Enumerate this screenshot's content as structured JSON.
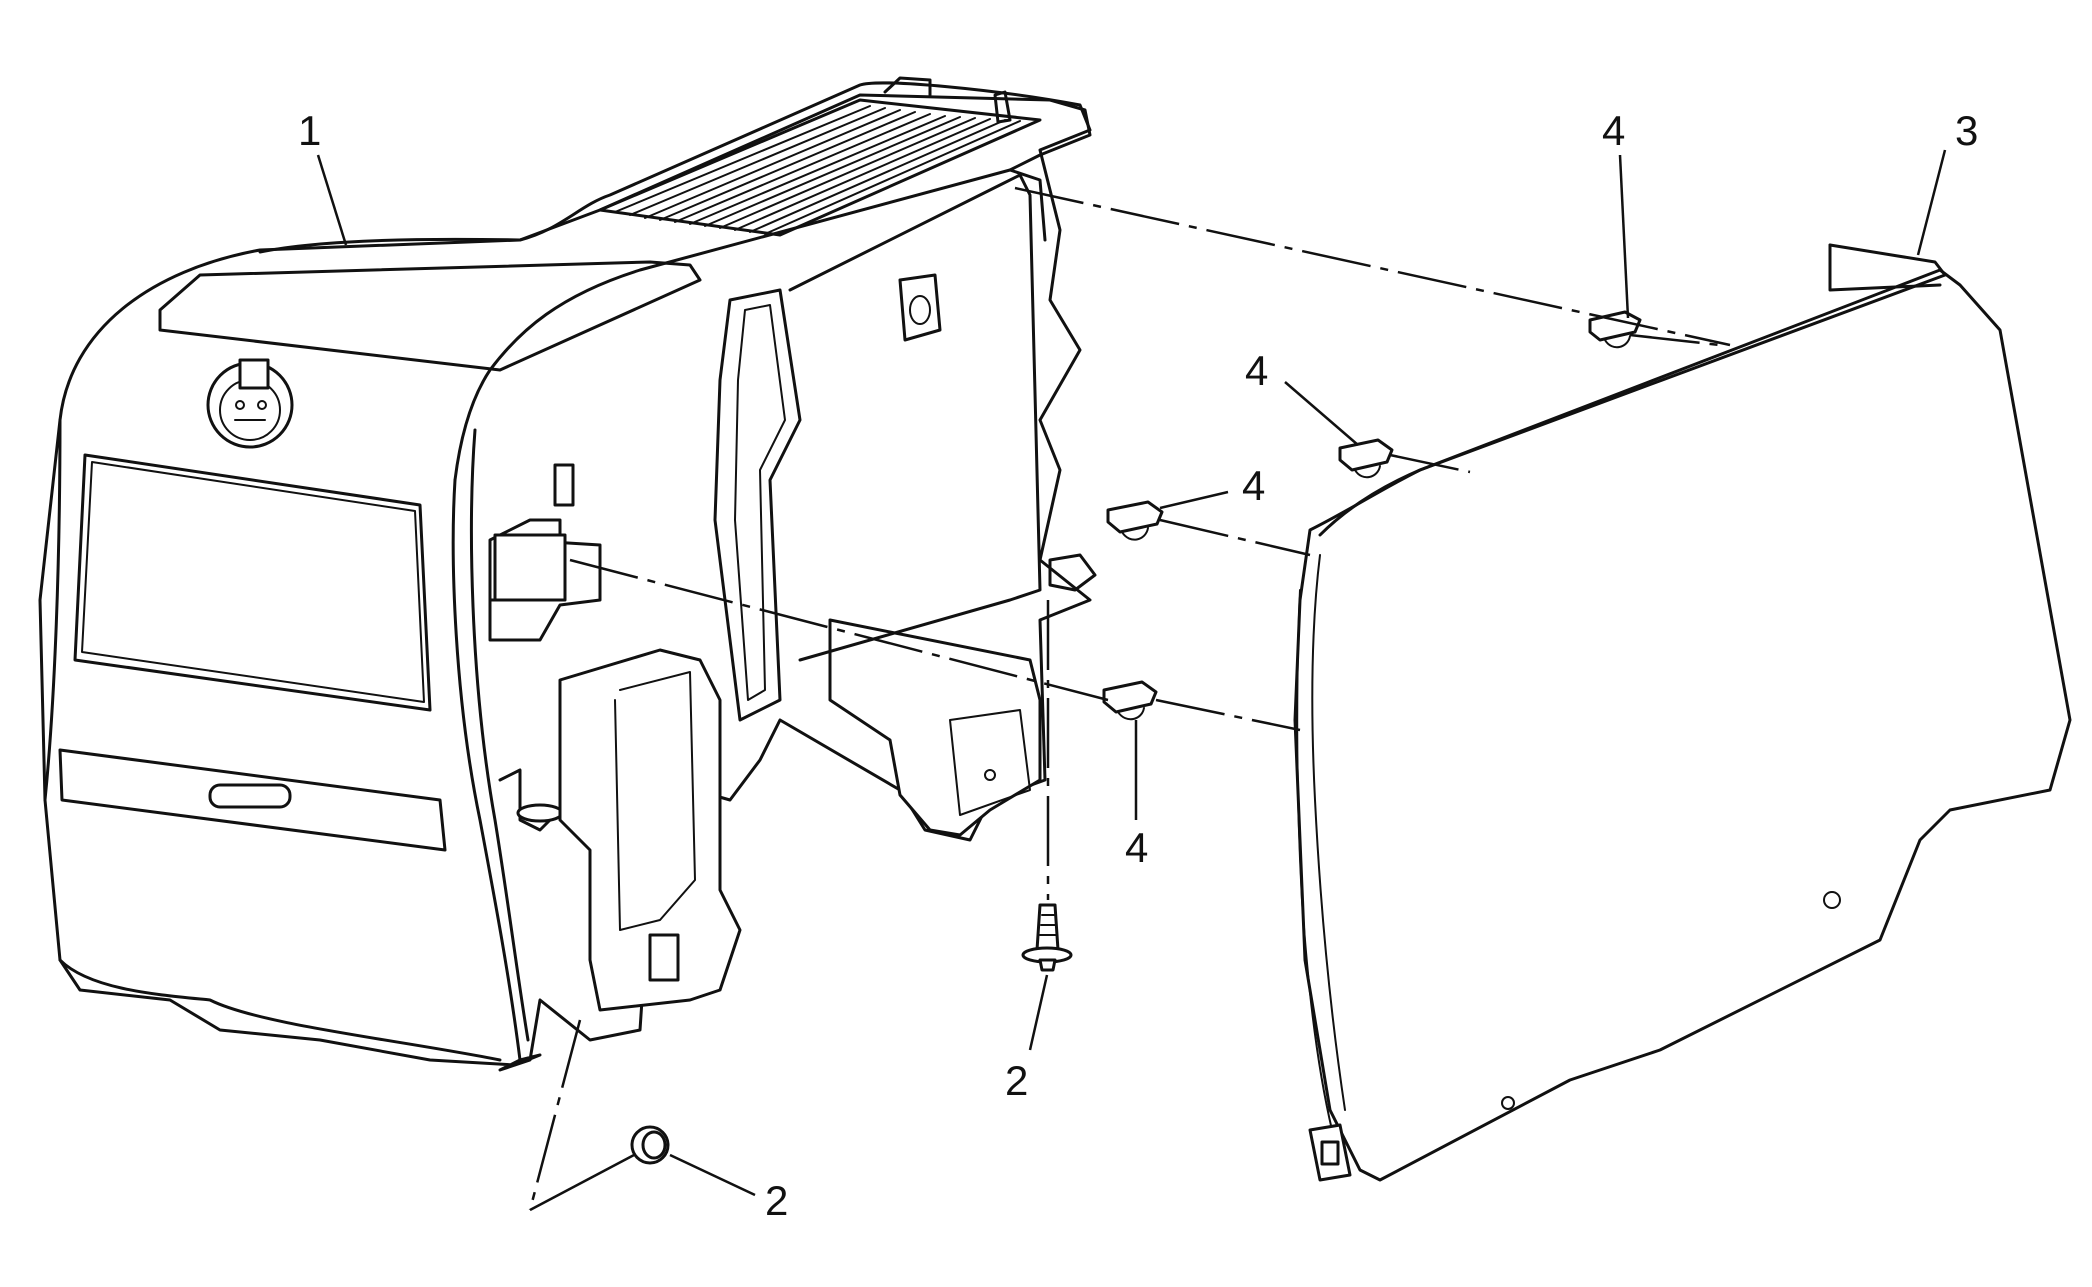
{
  "diagram": {
    "callouts": [
      {
        "id": "callout-1-console",
        "label": "1"
      },
      {
        "id": "callout-2-lower-screw",
        "label": "2"
      },
      {
        "id": "callout-2-center-screw",
        "label": "2"
      },
      {
        "id": "callout-3-panel",
        "label": "3"
      },
      {
        "id": "callout-4-top",
        "label": "4"
      },
      {
        "id": "callout-4-upper-mid",
        "label": "4"
      },
      {
        "id": "callout-4-mid",
        "label": "4"
      },
      {
        "id": "callout-4-lower",
        "label": "4"
      }
    ]
  }
}
